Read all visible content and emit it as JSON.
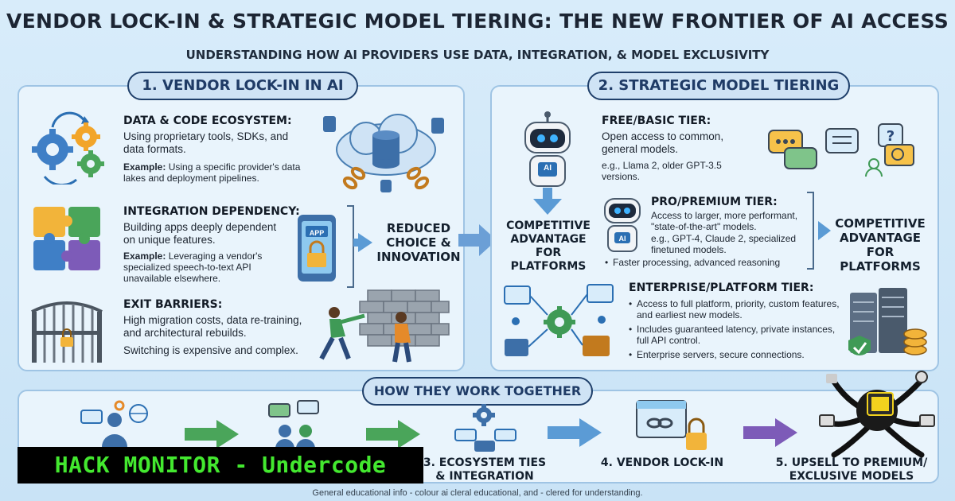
{
  "title": "VENDOR LOCK-IN & STRATEGIC MODEL TIERING: THE NEW FRONTIER OF AI ACCESS",
  "subtitle": "UNDERSTANDING HOW AI PROVIDERS USE DATA, INTEGRATION, & MODEL EXCLUSIVITY",
  "section1": {
    "title": "1. VENDOR LOCK-IN IN AI",
    "items": [
      {
        "heading": "DATA & CODE ECOSYSTEM:",
        "text": "Using proprietary tools, SDKs, and data formats.",
        "example_label": "Example:",
        "example": "Using a specific provider's data lakes and deployment pipelines."
      },
      {
        "heading": "INTEGRATION DEPENDENCY:",
        "text": "Building apps deeply dependent on unique features.",
        "example_label": "Example:",
        "example": "Leveraging a vendor's specialized speech-to-text API unavailable elsewhere."
      },
      {
        "heading": "EXIT BARRIERS:",
        "text": "High migration costs, data re-training, and architectural rebuilds.",
        "example_label": "",
        "example": "Switching is expensive and complex."
      }
    ],
    "outcome": "REDUCED CHOICE & INNOVATION",
    "app_label": "APP"
  },
  "section2": {
    "title": "2. STRATEGIC MODEL TIERING",
    "competitive_left": "COMPETITIVE ADVANTAGE FOR PLATFORMS",
    "competitive_right": "COMPETITIVE ADVANTAGE FOR PLATFORMS",
    "ai_label": "AI",
    "tiers": [
      {
        "heading": "FREE/BASIC TIER:",
        "text": "Open access to common, general models.",
        "example": "e.g., Llama 2, older GPT-3.5 versions.",
        "bullets": []
      },
      {
        "heading": "PRO/PREMIUM TIER:",
        "text": "Access to larger, more performant, \"state-of-the-art\" models.",
        "example": "e.g., GPT-4, Claude 2, specialized finetuned models.",
        "bullets": [
          "Faster processing, advanced reasoning"
        ]
      },
      {
        "heading": "ENTERPRISE/PLATFORM TIER:",
        "text": "",
        "example": "",
        "bullets": [
          "Access to full platform, priority, custom features, and earliest new models.",
          "Includes guaranteed latency, private instances, full API control.",
          "Enterprise servers, secure connections."
        ]
      }
    ]
  },
  "together": {
    "title": "HOW THEY WORK TOGETHER",
    "steps": [
      "",
      "",
      "3. ECOSYSTEM TIES & INTEGRATION",
      "4. VENDOR LOCK-IN",
      "5. UPSELL TO PREMIUM/ EXCLUSIVE MODELS"
    ]
  },
  "banner": "HACK MONITOR - Undercode",
  "footer": "General educational info - colour ai cleral educational, and - clered for understanding.",
  "colors": {
    "accent": "#1f3f6a",
    "banner_text": "#43e82f",
    "panel_border": "#9fc4e4"
  }
}
